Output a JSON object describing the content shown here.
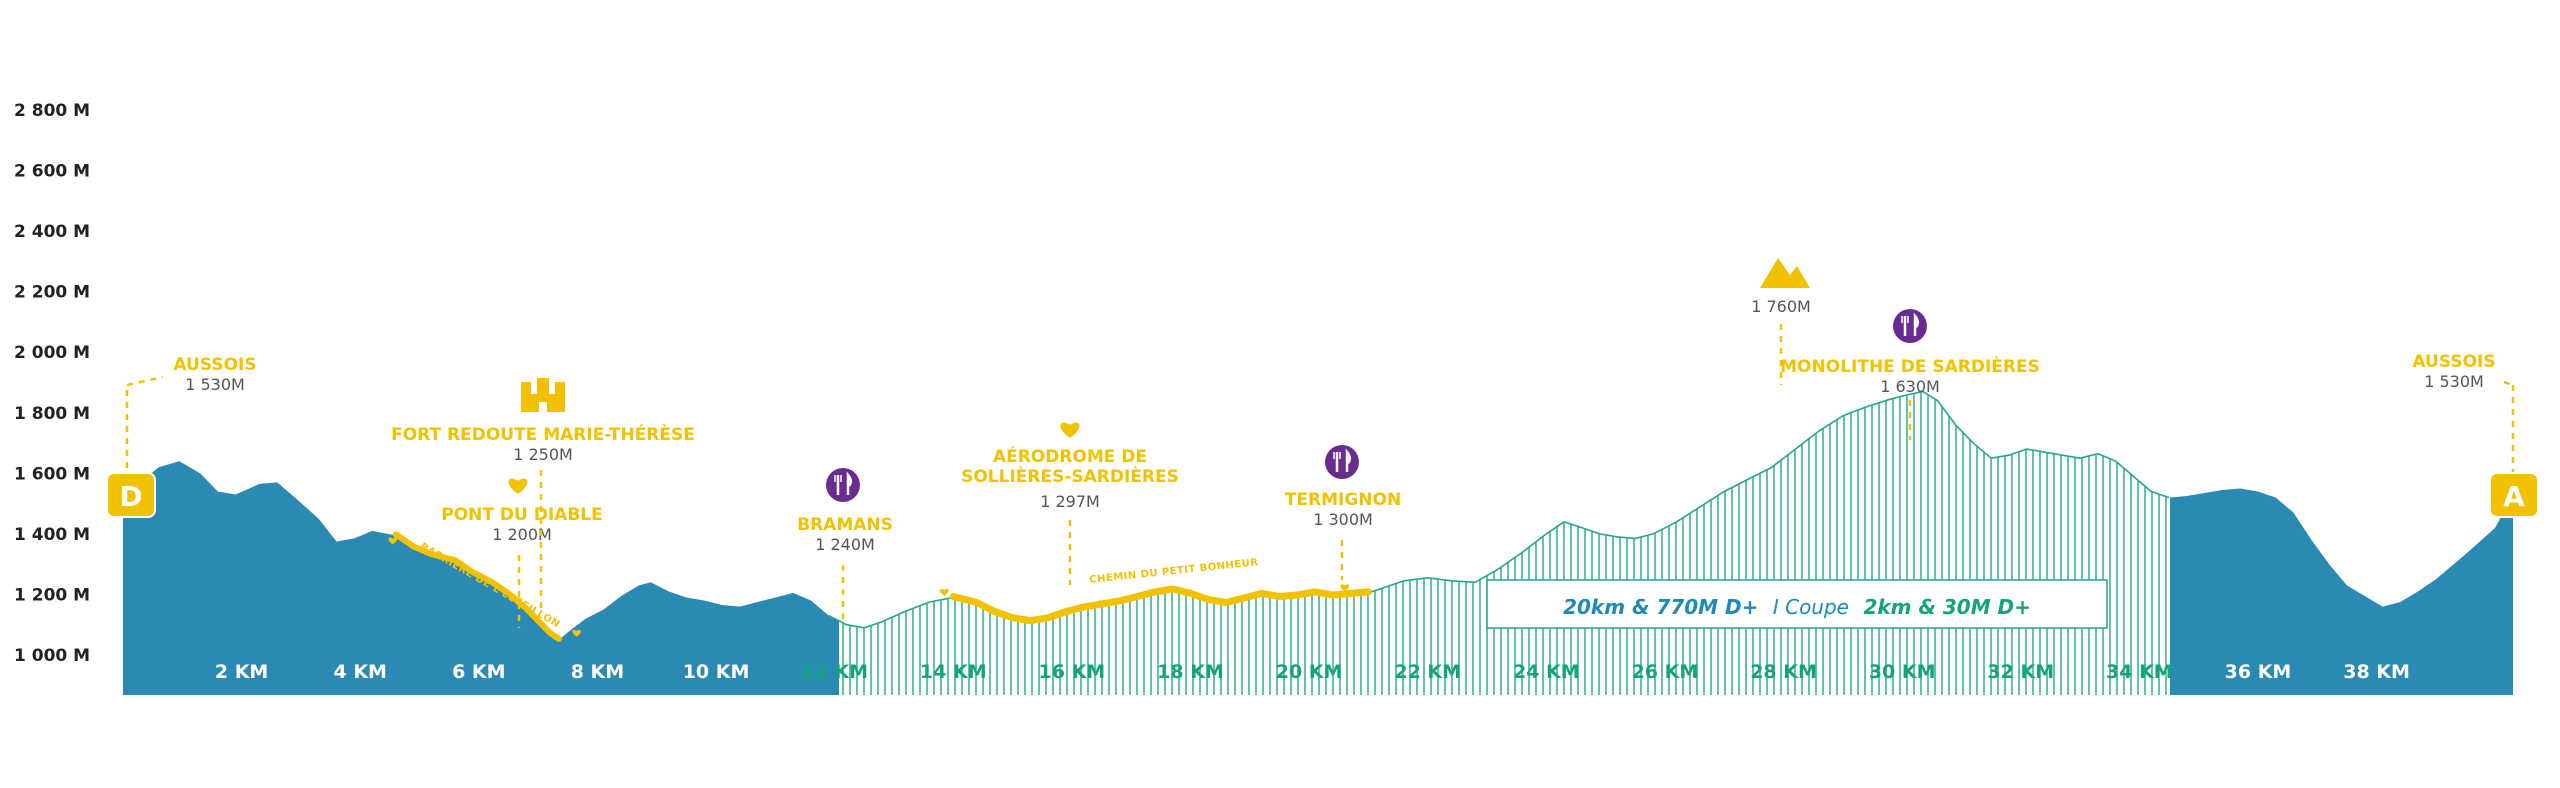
{
  "chart_data": {
    "type": "area",
    "title": "",
    "xlabel": "",
    "ylabel": "",
    "x_unit": "km",
    "y_unit": "m",
    "xlim": [
      0,
      40.3
    ],
    "ylim": [
      900,
      2900
    ],
    "y_ticks": [
      {
        "value": 1000,
        "label": "1 000 M"
      },
      {
        "value": 1200,
        "label": "1 200 M"
      },
      {
        "value": 1400,
        "label": "1 400 M"
      },
      {
        "value": 1600,
        "label": "1 600 M"
      },
      {
        "value": 1800,
        "label": "1 800 M"
      },
      {
        "value": 2000,
        "label": "2 000 M"
      },
      {
        "value": 2200,
        "label": "2 200 M"
      },
      {
        "value": 2400,
        "label": "2 400 M"
      },
      {
        "value": 2600,
        "label": "2 600 M"
      },
      {
        "value": 2800,
        "label": "2 800 M"
      }
    ],
    "x_ticks": [
      {
        "value": 2,
        "label": "2 KM"
      },
      {
        "value": 4,
        "label": "4 KM"
      },
      {
        "value": 6,
        "label": "6 KM"
      },
      {
        "value": 8,
        "label": "8 KM"
      },
      {
        "value": 10,
        "label": "10 KM"
      },
      {
        "value": 12,
        "label": "12 KM"
      },
      {
        "value": 14,
        "label": "14 KM"
      },
      {
        "value": 16,
        "label": "16 KM"
      },
      {
        "value": 18,
        "label": "18 KM"
      },
      {
        "value": 20,
        "label": "20 KM"
      },
      {
        "value": 22,
        "label": "22 KM"
      },
      {
        "value": 24,
        "label": "24 KM"
      },
      {
        "value": 26,
        "label": "26 KM"
      },
      {
        "value": 28,
        "label": "28 KM"
      },
      {
        "value": 30,
        "label": "30 KM"
      },
      {
        "value": 32,
        "label": "32 KM"
      },
      {
        "value": 34,
        "label": "34 KM"
      },
      {
        "value": 36,
        "label": "36 KM"
      },
      {
        "value": 38,
        "label": "38 KM"
      }
    ],
    "hatched_section_km": [
      12,
      34.5
    ],
    "series": [
      {
        "values": [
          [
            0,
            1530
          ],
          [
            0.3,
            1570
          ],
          [
            0.6,
            1620
          ],
          [
            0.95,
            1640
          ],
          [
            1.3,
            1600
          ],
          [
            1.6,
            1540
          ],
          [
            1.9,
            1530
          ],
          [
            2.3,
            1565
          ],
          [
            2.6,
            1570
          ],
          [
            2.9,
            1520
          ],
          [
            3.3,
            1450
          ],
          [
            3.6,
            1375
          ],
          [
            3.9,
            1385
          ],
          [
            4.2,
            1410
          ],
          [
            4.6,
            1395
          ],
          [
            4.9,
            1355
          ],
          [
            5.2,
            1330
          ],
          [
            5.6,
            1310
          ],
          [
            5.9,
            1270
          ],
          [
            6.2,
            1240
          ],
          [
            6.5,
            1200
          ],
          [
            6.8,
            1150
          ],
          [
            7.0,
            1110
          ],
          [
            7.2,
            1070
          ],
          [
            7.35,
            1050
          ],
          [
            7.5,
            1075
          ],
          [
            7.8,
            1120
          ],
          [
            8.1,
            1150
          ],
          [
            8.4,
            1195
          ],
          [
            8.7,
            1230
          ],
          [
            8.9,
            1240
          ],
          [
            9.2,
            1210
          ],
          [
            9.5,
            1190
          ],
          [
            9.8,
            1180
          ],
          [
            10.1,
            1165
          ],
          [
            10.4,
            1160
          ],
          [
            10.7,
            1175
          ],
          [
            11.0,
            1190
          ],
          [
            11.3,
            1205
          ],
          [
            11.6,
            1180
          ],
          [
            11.9,
            1130
          ],
          [
            12.2,
            1100
          ],
          [
            12.5,
            1090
          ],
          [
            12.8,
            1110
          ],
          [
            13.2,
            1145
          ],
          [
            13.6,
            1175
          ],
          [
            14.0,
            1190
          ],
          [
            14.4,
            1170
          ],
          [
            14.7,
            1140
          ],
          [
            15.0,
            1120
          ],
          [
            15.3,
            1110
          ],
          [
            15.6,
            1120
          ],
          [
            15.9,
            1140
          ],
          [
            16.2,
            1155
          ],
          [
            16.5,
            1165
          ],
          [
            16.8,
            1175
          ],
          [
            17.1,
            1190
          ],
          [
            17.4,
            1205
          ],
          [
            17.7,
            1215
          ],
          [
            18.0,
            1200
          ],
          [
            18.3,
            1180
          ],
          [
            18.6,
            1170
          ],
          [
            18.9,
            1185
          ],
          [
            19.2,
            1200
          ],
          [
            19.5,
            1190
          ],
          [
            19.8,
            1195
          ],
          [
            20.1,
            1205
          ],
          [
            20.4,
            1195
          ],
          [
            20.7,
            1200
          ],
          [
            21.0,
            1205
          ],
          [
            21.3,
            1225
          ],
          [
            21.6,
            1245
          ],
          [
            22.0,
            1255
          ],
          [
            22.4,
            1245
          ],
          [
            22.8,
            1240
          ],
          [
            23.2,
            1285
          ],
          [
            23.6,
            1340
          ],
          [
            24.0,
            1400
          ],
          [
            24.3,
            1440
          ],
          [
            24.6,
            1420
          ],
          [
            24.9,
            1400
          ],
          [
            25.2,
            1390
          ],
          [
            25.5,
            1385
          ],
          [
            25.8,
            1400
          ],
          [
            26.2,
            1440
          ],
          [
            26.6,
            1490
          ],
          [
            27.0,
            1540
          ],
          [
            27.4,
            1580
          ],
          [
            27.8,
            1620
          ],
          [
            28.2,
            1680
          ],
          [
            28.6,
            1740
          ],
          [
            29.0,
            1790
          ],
          [
            29.4,
            1820
          ],
          [
            29.8,
            1845
          ],
          [
            30.1,
            1860
          ],
          [
            30.35,
            1870
          ],
          [
            30.6,
            1840
          ],
          [
            30.9,
            1760
          ],
          [
            31.2,
            1700
          ],
          [
            31.5,
            1650
          ],
          [
            31.8,
            1660
          ],
          [
            32.1,
            1680
          ],
          [
            32.4,
            1670
          ],
          [
            32.7,
            1660
          ],
          [
            33.0,
            1650
          ],
          [
            33.3,
            1665
          ],
          [
            33.6,
            1640
          ],
          [
            33.9,
            1590
          ],
          [
            34.2,
            1540
          ],
          [
            34.5,
            1520
          ],
          [
            34.8,
            1525
          ],
          [
            35.1,
            1535
          ],
          [
            35.4,
            1545
          ],
          [
            35.7,
            1550
          ],
          [
            36.0,
            1540
          ],
          [
            36.3,
            1520
          ],
          [
            36.6,
            1470
          ],
          [
            36.9,
            1380
          ],
          [
            37.2,
            1300
          ],
          [
            37.5,
            1230
          ],
          [
            37.8,
            1195
          ],
          [
            38.1,
            1160
          ],
          [
            38.4,
            1175
          ],
          [
            38.7,
            1210
          ],
          [
            39.0,
            1250
          ],
          [
            39.3,
            1300
          ],
          [
            39.6,
            1350
          ],
          [
            40.0,
            1420
          ],
          [
            40.3,
            1530
          ]
        ]
      }
    ],
    "waypoints": [
      {
        "name": "AUSSOIS",
        "altitude": "1 530M"
      },
      {
        "name": "PONT DU DIABLE",
        "altitude": "1 200M"
      },
      {
        "name": "FORT REDOUTE MARIE-THÉRÈSE",
        "altitude": "1 250M"
      },
      {
        "name": "BRAMANS",
        "altitude": "1 240M"
      },
      {
        "name_line1": "AÉRODROME DE",
        "name_line2": "SOLLIÈRES-SARDIÈRES",
        "altitude": "1 297M"
      },
      {
        "name": "TERMIGNON",
        "altitude": "1 300M"
      },
      {
        "name": "",
        "altitude": "1 760M"
      },
      {
        "name": "MONOLITHE DE SARDIÈRES",
        "altitude": "1 630M"
      },
      {
        "name": "AUSSOIS",
        "altitude": "1 530M"
      }
    ],
    "trail_labels": [
      "BARRIÈRE DE L'ESSEILLON",
      "CHEMIN DU PETIT BONHEUR"
    ],
    "start_marker": "D",
    "end_marker": "A",
    "info_box": {
      "part1": "20km & 770M D+",
      "part2": "I Coupe",
      "part3": "2km & 30M D+"
    },
    "colors": {
      "profile": "#2a8ab4",
      "hatch": "#22a886",
      "accent": "#f2c200",
      "restaurant": "#6a2c91",
      "tick_blue_section": "#ffffff",
      "tick_hatched_section": "#14a37a"
    }
  }
}
